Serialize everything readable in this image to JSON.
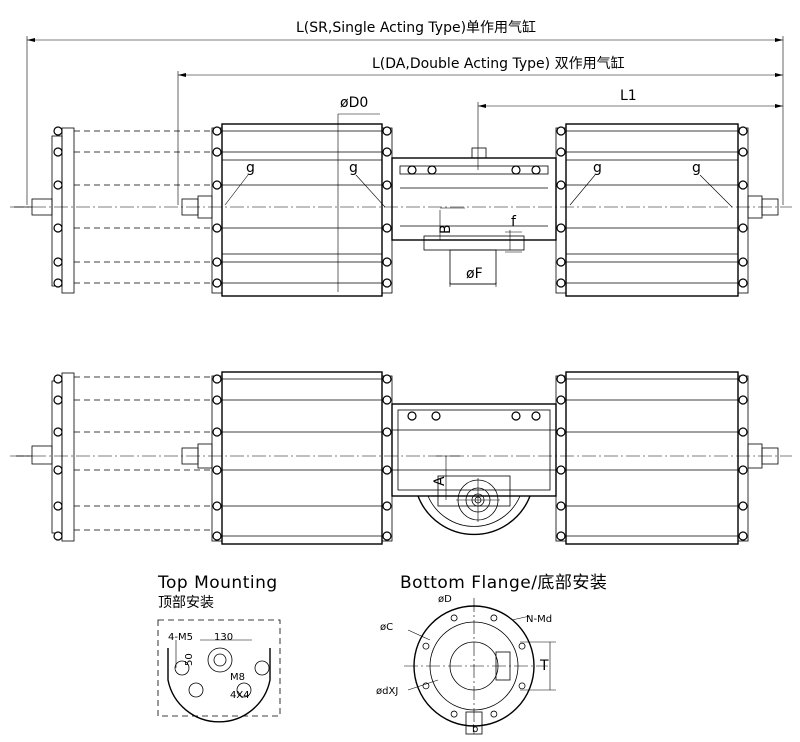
{
  "dimensions": {
    "L_SR": "L(SR,Single Acting Type)单作用气缸",
    "L_DA": "L(DA,Double Acting Type) 双作用气缸",
    "L1": "L1",
    "D0": "øD0",
    "g": "g",
    "B": "B",
    "f": "f",
    "F": "øF",
    "A": "A"
  },
  "top_mounting": {
    "title": "Top Mounting",
    "subtitle": "顶部安装",
    "labels": {
      "m5": "4-M5",
      "dim130": "130",
      "dim50": "50",
      "m8": "M8",
      "dim4x4": "4X4"
    }
  },
  "bottom_flange": {
    "title": "Bottom Flange/底部安装",
    "labels": {
      "D": "øD",
      "C": "øC",
      "NMd": "N-Md",
      "T": "T",
      "dXJ": "ødXJ",
      "b": "b"
    }
  }
}
